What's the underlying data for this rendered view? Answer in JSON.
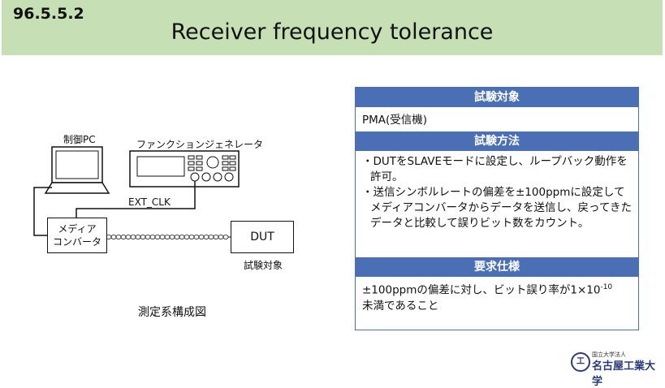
{
  "header": {
    "section_number": "96.5.5.2",
    "title": "Receiver frequency tolerance"
  },
  "diagram": {
    "pc_label": "制御PC",
    "generator_label": "ファンクションジェネレータ",
    "ext_clk_label": "EXT_CLK",
    "converter_line1": "メディア",
    "converter_line2": "コンバータ",
    "dut_label": "DUT",
    "dut_caption": "試験対象",
    "caption": "測定系構成図"
  },
  "panel": {
    "target_header": "試験対象",
    "target_text": "PMA(受信機)",
    "method_header": "試験方法",
    "method_items": [
      "・DUTをSLAVEモードに設定し、ループバック動作を許可。",
      "・送信シンボルレートの偏差を±100ppmに設定してメディアコンバータからデータを送信し、戻ってきたデータと比較して誤りビット数をカウント。"
    ],
    "spec_header": "要求仕様",
    "spec_text_pre": "±100ppmの偏差に対し、ビット誤り率が1×10",
    "spec_exponent": "-10",
    "spec_text_post": "未満であること"
  },
  "logo": {
    "mark": "工",
    "small_text": "国立大学法人",
    "name": "名古屋工業大学"
  }
}
